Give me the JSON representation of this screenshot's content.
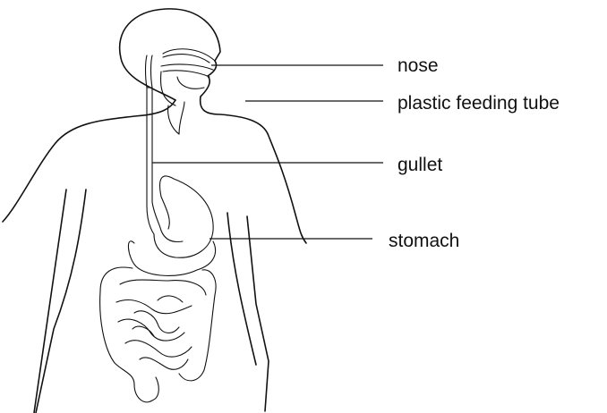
{
  "labels": {
    "nose": "nose",
    "feeding_tube": "plastic feeding tube",
    "gullet": "gullet",
    "stomach": "stomach"
  }
}
